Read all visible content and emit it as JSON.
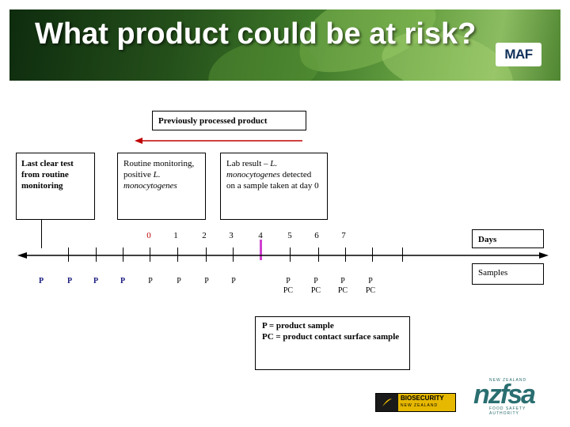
{
  "slide": {
    "title": "What product could be at risk?",
    "logo_text": "MAF"
  },
  "boxes": {
    "previously_processed": "Previously processed product",
    "last_clear": [
      "Last clear test",
      "from routine",
      "monitoring"
    ],
    "routine": {
      "line1": "Routine monitoring,",
      "line2_prefix": "positive ",
      "line2_italic": "L.",
      "line3_italic": "monocytogenes"
    },
    "lab": {
      "line1_prefix": "Lab result – ",
      "line1_italic": "L.",
      "line2_italic": "monocytogenes",
      "line2_suffix": " detected",
      "line3": "on a sample taken at day 0"
    },
    "days_label": "Days",
    "samples_label": "Samples",
    "legend": [
      "P = product sample",
      "PC = product contact surface sample"
    ]
  },
  "timeline": {
    "days": [
      "0",
      "1",
      "2",
      "3",
      "4",
      "5",
      "6",
      "7"
    ],
    "samples": [
      {
        "p": "P",
        "pc": ""
      },
      {
        "p": "P",
        "pc": ""
      },
      {
        "p": "P",
        "pc": ""
      },
      {
        "p": "P",
        "pc": ""
      },
      {
        "p": "P",
        "pc": ""
      },
      {
        "p": "P",
        "pc": ""
      },
      {
        "p": "P",
        "pc": ""
      },
      {
        "p": "P",
        "pc": ""
      },
      {
        "p": "P",
        "pc": "PC"
      },
      {
        "p": "P",
        "pc": "PC"
      },
      {
        "p": "P",
        "pc": "PC"
      },
      {
        "p": "P",
        "pc": "PC"
      }
    ]
  },
  "colors": {
    "day_zero": "#c00000",
    "arrow_red": "#c00000",
    "marker_magenta": "#d040d0",
    "sample_p_blue": "#1a1a80"
  },
  "footer": {
    "biosecurity": [
      "BIOSECURITY",
      "NEW ZEALAND"
    ],
    "nzfsa_mark": "nzfsa",
    "nzfsa_caption": [
      "NEW ZEALAND",
      "FOOD SAFETY",
      "AUTHORITY"
    ]
  }
}
